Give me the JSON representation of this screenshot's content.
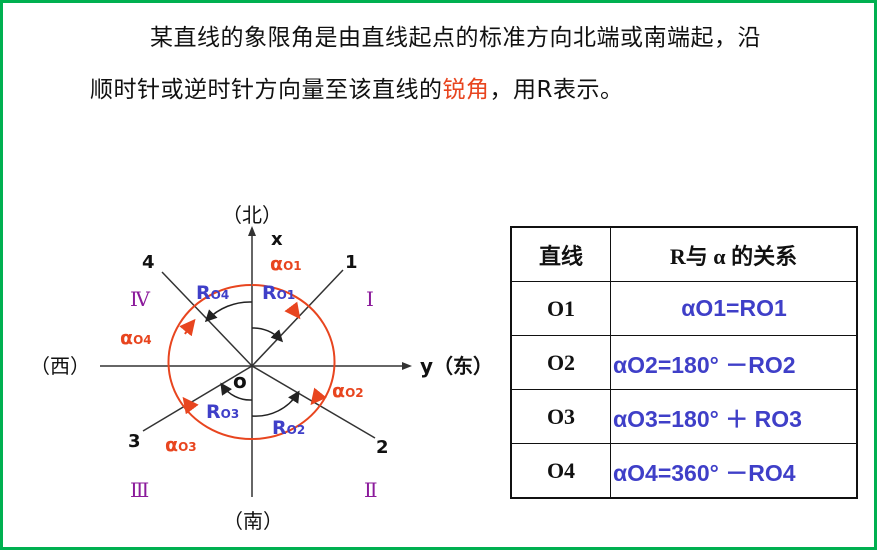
{
  "text": {
    "line1": "某直线的象限角是由直线起点的标准方向北端或南端起，沿",
    "line2_before": "顺时针或逆时针方向量至该直线的",
    "line2_highlight": "锐角",
    "line2_after": "，用R表示。"
  },
  "diagram": {
    "north": "（北）",
    "south": "（南）",
    "west": "（西）",
    "east": "y（东）",
    "x_axis": "x",
    "origin": "o",
    "line_labels": [
      "1",
      "2",
      "3",
      "4"
    ],
    "quadrants": [
      "Ⅰ",
      "Ⅱ",
      "Ⅲ",
      "Ⅳ"
    ],
    "alpha_labels": [
      "α",
      "α",
      "α",
      "α"
    ],
    "alpha_subs": [
      "O1",
      "O2",
      "O3",
      "O4"
    ],
    "r_labels": [
      "R",
      "R",
      "R",
      "R"
    ],
    "r_subs": [
      "O1",
      "O2",
      "O3",
      "O4"
    ],
    "colors": {
      "alpha": "#e8451f",
      "r": "#3f3fc8",
      "quadrant": "#8b1a9b",
      "border": "#00b050"
    }
  },
  "table": {
    "headers": [
      "直线",
      "R与 α 的关系"
    ],
    "rows": [
      {
        "line": "O1",
        "formula": "αO1=RO1"
      },
      {
        "line": "O2",
        "formula": "αO2=180° －RO2"
      },
      {
        "line": "O3",
        "formula": "αO3=180° ＋ RO3"
      },
      {
        "line": "O4",
        "formula": "αO4=360° －RO4"
      }
    ]
  }
}
